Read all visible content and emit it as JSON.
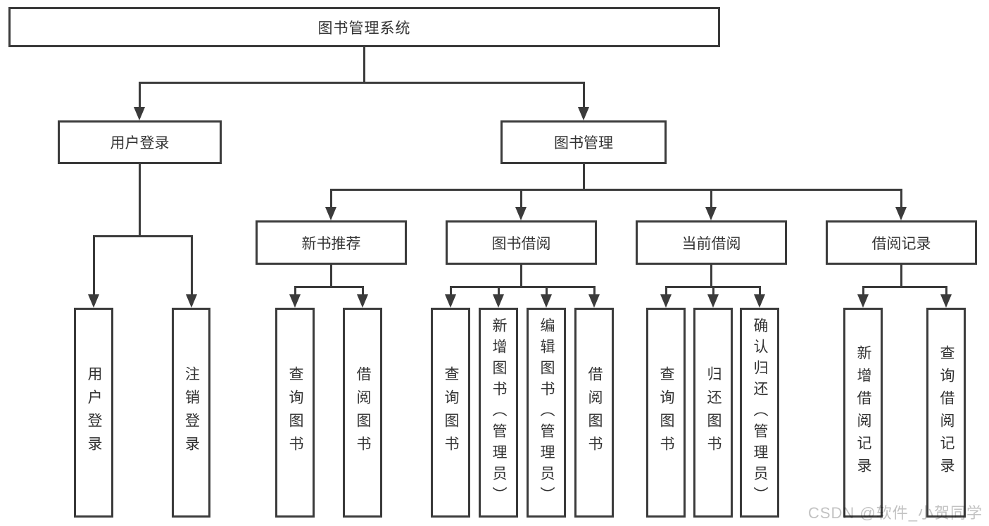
{
  "tree": {
    "root": {
      "label": "图书管理系统"
    },
    "user_login": {
      "label": "用户登录",
      "children": [
        {
          "label": "用户登录"
        },
        {
          "label": "注销登录"
        }
      ]
    },
    "book_mgmt": {
      "label": "图书管理",
      "modules": [
        {
          "label": "新书推荐",
          "children": [
            {
              "label": "查询图书"
            },
            {
              "label": "借阅图书"
            }
          ]
        },
        {
          "label": "图书借阅",
          "children": [
            {
              "label": "查询图书"
            },
            {
              "label": "新增图书（管理员）"
            },
            {
              "label": "编辑图书（管理员）"
            },
            {
              "label": "借阅图书"
            }
          ]
        },
        {
          "label": "当前借阅",
          "children": [
            {
              "label": "查询图书"
            },
            {
              "label": "归还图书"
            },
            {
              "label": "确认归还（管理员）"
            }
          ]
        },
        {
          "label": "借阅记录",
          "children": [
            {
              "label": "新增借阅记录"
            },
            {
              "label": "查询借阅记录"
            }
          ]
        }
      ]
    }
  },
  "watermark": {
    "text": "CSDN @软件_小贺同学"
  },
  "colors": {
    "line": "#3b3b3b",
    "text": "#333333",
    "background": "#ffffff",
    "watermark": "#c2c2c2"
  }
}
